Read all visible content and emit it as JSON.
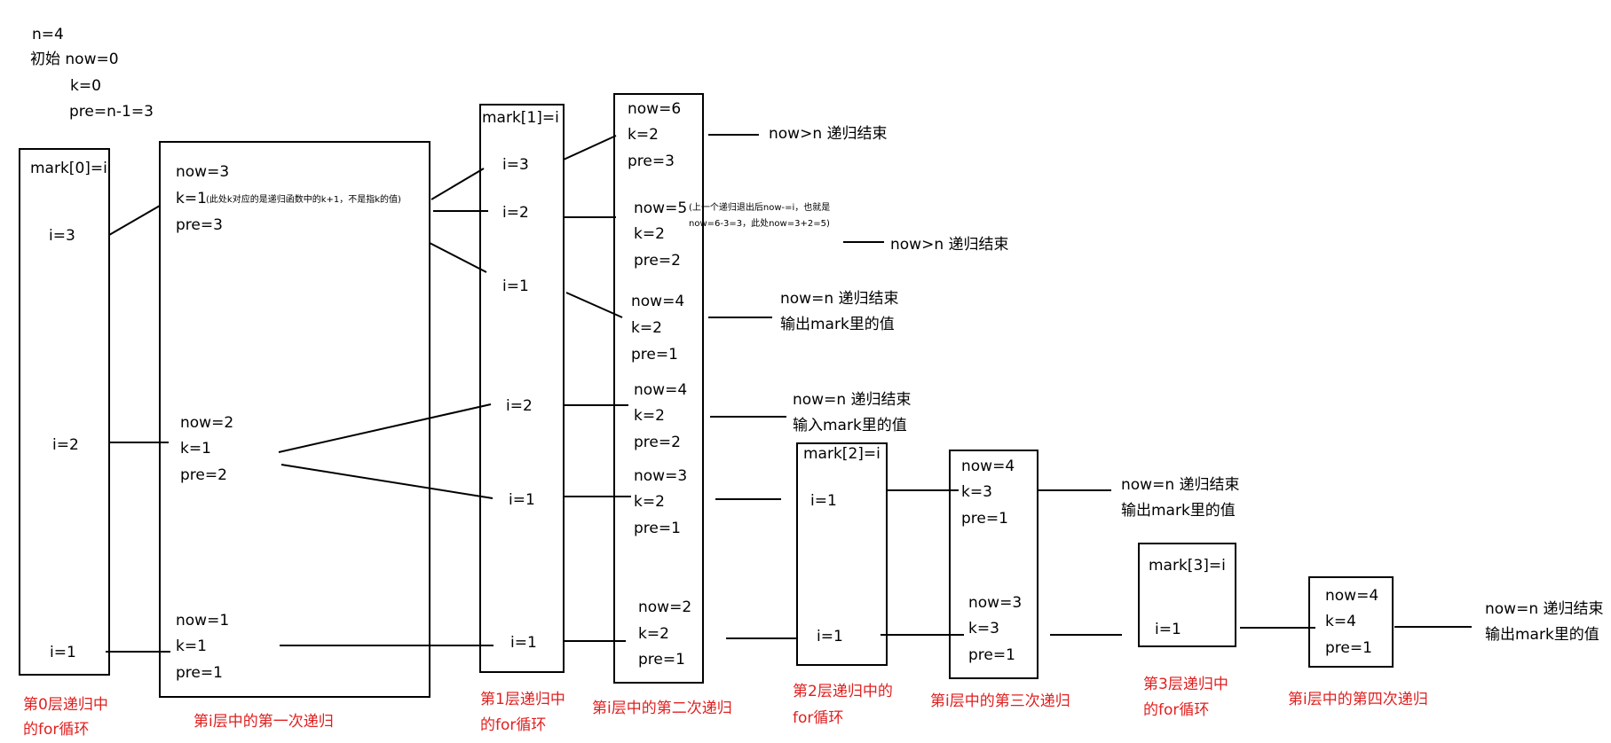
{
  "init": {
    "n": "n=4",
    "start": "初始 now=0",
    "k": "k=0",
    "pre": "pre=n-1=3"
  },
  "layer0": {
    "title": "mark[0]=i",
    "i3": "i=3",
    "i2": "i=2",
    "i1": "i=1",
    "caption1": "第0层递归中",
    "caption2": "的for循环"
  },
  "first": {
    "a_now": "now=3",
    "a_k": "k=1",
    "a_note": "(此处k对应的是递归函数中的k+1，不是指k的值)",
    "a_pre": "pre=3",
    "b_now": "now=2",
    "b_k": "k=1",
    "b_pre": "pre=2",
    "c_now": "now=1",
    "c_k": "k=1",
    "c_pre": "pre=1",
    "caption": "第i层中的第一次递归"
  },
  "layer1": {
    "title": "mark[1]=i",
    "i3": "i=3",
    "i2a": "i=2",
    "i1a": "i=1",
    "i2b": "i=2",
    "i1b": "i=1",
    "i1c": "i=1",
    "caption1": "第1层递归中",
    "caption2": "的for循环"
  },
  "second": {
    "a_now": "now=6",
    "a_k": "k=2",
    "a_pre": "pre=3",
    "b_now": "now=5",
    "b_note1": "(上一个递归退出后now-=i，也就是",
    "b_note2": "now=6-3=3，此处now=3+2=5)",
    "b_k": "k=2",
    "b_pre": "pre=2",
    "c_now": "now=4",
    "c_k": "k=2",
    "c_pre": "pre=1",
    "d_now": "now=4",
    "d_k": "k=2",
    "d_pre": "pre=2",
    "e_now": "now=3",
    "e_k": "k=2",
    "e_pre": "pre=1",
    "f_now": "now=2",
    "f_k": "k=2",
    "f_pre": "pre=1",
    "caption": "第i层中的第二次递归"
  },
  "results": {
    "r1": "now>n 递归结束",
    "r2": "now>n 递归结束",
    "r3a": "now=n 递归结束",
    "r3b": "输出mark里的值",
    "r4a": "now=n 递归结束",
    "r4b": "输入mark里的值",
    "r5a": "now=n 递归结束",
    "r5b": "输出mark里的值",
    "r6a": "now=n 递归结束",
    "r6b": "输出mark里的值"
  },
  "layer2": {
    "title": "mark[2]=i",
    "i1a": "i=1",
    "i1b": "i=1",
    "caption1": "第2层递归中的",
    "caption2": "for循环"
  },
  "third": {
    "a_now": "now=4",
    "a_k": "k=3",
    "a_pre": "pre=1",
    "b_now": "now=3",
    "b_k": "k=3",
    "b_pre": "pre=1",
    "caption": "第i层中的第三次递归"
  },
  "layer3": {
    "title": "mark[3]=i",
    "i1": "i=1",
    "caption1": "第3层递归中",
    "caption2": "的for循环"
  },
  "fourth": {
    "now": "now=4",
    "k": "k=4",
    "pre": "pre=1",
    "caption": "第i层中的第四次递归"
  },
  "colors": {
    "caption": "#e02020",
    "line": "#000000"
  }
}
